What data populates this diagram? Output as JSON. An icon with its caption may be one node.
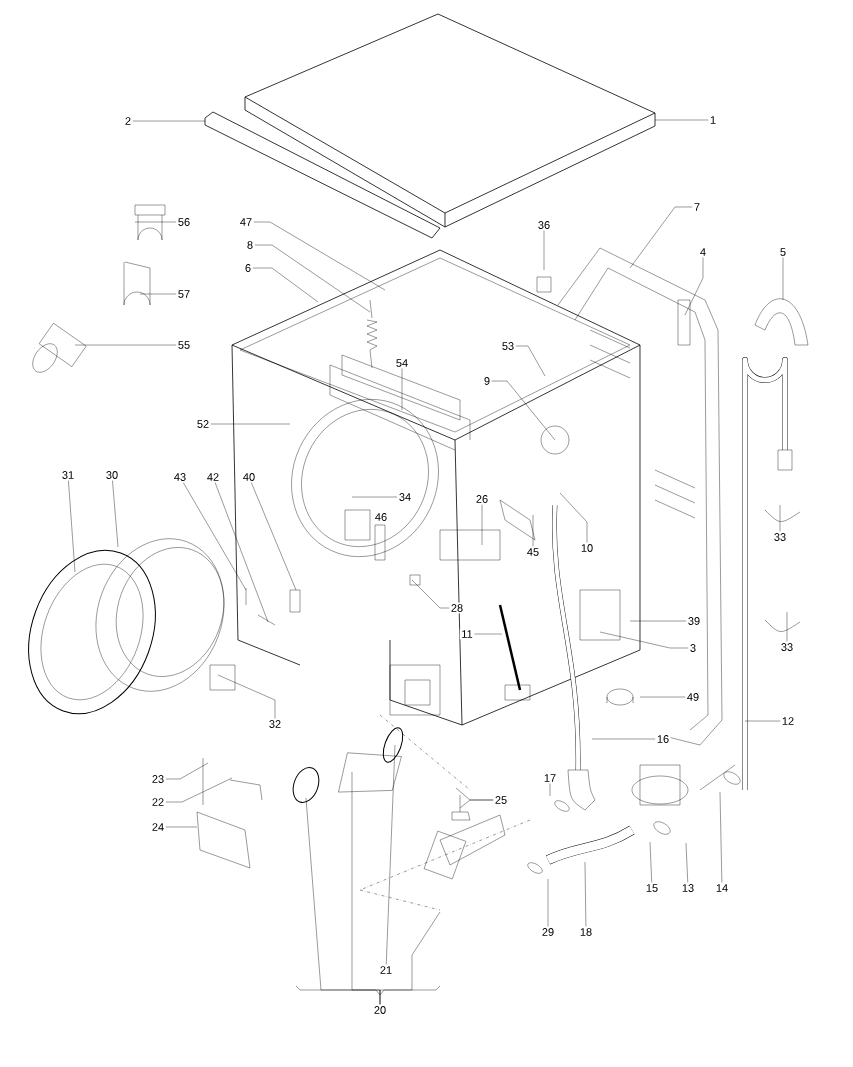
{
  "diagram": {
    "nodes": [
      {
        "text": [
          "1"
        ]
      },
      {
        "text": [
          "2"
        ]
      },
      {
        "text": [
          "56"
        ]
      },
      {
        "text": [
          "47"
        ]
      },
      {
        "text": [
          "36"
        ]
      },
      {
        "text": [
          "7"
        ]
      },
      {
        "text": [
          "8"
        ]
      },
      {
        "text": [
          "6"
        ]
      },
      {
        "text": [
          "4"
        ]
      },
      {
        "text": [
          "5"
        ]
      },
      {
        "text": [
          "57"
        ]
      },
      {
        "text": [
          "55"
        ]
      },
      {
        "text": [
          "53"
        ]
      },
      {
        "text": [
          "54"
        ]
      },
      {
        "text": [
          "9"
        ]
      },
      {
        "text": [
          "52"
        ]
      },
      {
        "text": [
          "31"
        ]
      },
      {
        "text": [
          "30"
        ]
      },
      {
        "text": [
          "43"
        ]
      },
      {
        "text": [
          "42"
        ]
      },
      {
        "text": [
          "40"
        ]
      },
      {
        "text": [
          "34"
        ]
      },
      {
        "text": [
          "26"
        ]
      },
      {
        "text": [
          "45"
        ]
      },
      {
        "text": [
          "10"
        ]
      },
      {
        "text": [
          "33"
        ]
      },
      {
        "text": [
          "28"
        ]
      },
      {
        "text": [
          "39"
        ]
      },
      {
        "text": [
          "11"
        ]
      },
      {
        "text": [
          "3"
        ]
      },
      {
        "text": [
          "33"
        ]
      },
      {
        "text": [
          "32"
        ]
      },
      {
        "text": [
          "49"
        ]
      },
      {
        "text": [
          "12"
        ]
      },
      {
        "text": [
          "16"
        ]
      },
      {
        "text": [
          "23"
        ]
      },
      {
        "text": [
          "22"
        ]
      },
      {
        "text": [
          "25"
        ]
      },
      {
        "text": [
          "17"
        ]
      },
      {
        "text": [
          "24"
        ]
      },
      {
        "text": [
          "15"
        ]
      },
      {
        "text": [
          "13"
        ]
      },
      {
        "text": [
          "14"
        ]
      },
      {
        "text": [
          "29"
        ]
      },
      {
        "text": [
          "18"
        ]
      },
      {
        "text": [
          "21"
        ]
      },
      {
        "text": [
          "20"
        ]
      }
    ],
    "edges": [
      {
        "from": 0,
        "to": null,
        "arrow": "none"
      },
      {
        "from": 1,
        "to": null,
        "arrow": "none"
      },
      {
        "from": 2,
        "to": null,
        "arrow": "none"
      },
      {
        "from": 3,
        "to": null,
        "arrow": "none"
      },
      {
        "from": 4,
        "to": null,
        "arrow": "none"
      },
      {
        "from": 5,
        "to": null,
        "arrow": "none"
      },
      {
        "from": 6,
        "to": null,
        "arrow": "none"
      },
      {
        "from": 7,
        "to": null,
        "arrow": "none"
      },
      {
        "from": 8,
        "to": null,
        "arrow": "none"
      },
      {
        "from": 9,
        "to": null,
        "arrow": "none"
      },
      {
        "from": 10,
        "to": null,
        "arrow": "none"
      },
      {
        "from": 11,
        "to": null,
        "arrow": "none"
      },
      {
        "from": 12,
        "to": null,
        "arrow": "none"
      },
      {
        "from": 13,
        "to": null,
        "arrow": "none"
      },
      {
        "from": 14,
        "to": null,
        "arrow": "none"
      },
      {
        "from": 15,
        "to": null,
        "arrow": "none"
      },
      {
        "from": 16,
        "to": null,
        "arrow": "none"
      },
      {
        "from": 17,
        "to": null,
        "arrow": "none"
      },
      {
        "from": 18,
        "to": null,
        "arrow": "none"
      },
      {
        "from": 19,
        "to": null,
        "arrow": "none"
      },
      {
        "from": 20,
        "to": null,
        "arrow": "none"
      },
      {
        "from": 21,
        "to": null,
        "arrow": "none"
      },
      {
        "from": 22,
        "to": null,
        "arrow": "none"
      },
      {
        "from": 23,
        "to": null,
        "arrow": "none"
      },
      {
        "from": 24,
        "to": null,
        "arrow": "none"
      },
      {
        "from": 25,
        "to": null,
        "arrow": "none"
      },
      {
        "from": 26,
        "to": null,
        "arrow": "none"
      },
      {
        "from": 27,
        "to": null,
        "arrow": "none"
      },
      {
        "from": 28,
        "to": null,
        "arrow": "none"
      },
      {
        "from": 29,
        "to": null,
        "arrow": "none"
      },
      {
        "from": 30,
        "to": null,
        "arrow": "none"
      },
      {
        "from": 31,
        "to": null,
        "arrow": "none"
      },
      {
        "from": 32,
        "to": null,
        "arrow": "none"
      },
      {
        "from": 33,
        "to": null,
        "arrow": "none"
      },
      {
        "from": 34,
        "to": null,
        "arrow": "none"
      },
      {
        "from": 35,
        "to": null,
        "arrow": "none"
      },
      {
        "from": 36,
        "to": null,
        "arrow": "none"
      },
      {
        "from": 37,
        "to": null,
        "arrow": "none"
      },
      {
        "from": 37,
        "to": null,
        "arrow": "none"
      },
      {
        "from": 38,
        "to": null,
        "arrow": "none"
      },
      {
        "from": 39,
        "to": null,
        "arrow": "none"
      },
      {
        "from": 40,
        "to": null,
        "arrow": "none"
      },
      {
        "from": 41,
        "to": null,
        "arrow": "none"
      },
      {
        "from": 42,
        "to": null,
        "arrow": "none"
      },
      {
        "from": 43,
        "to": null,
        "arrow": "none"
      },
      {
        "from": 44,
        "to": null,
        "arrow": "none"
      },
      {
        "from": 45,
        "to": null,
        "arrow": "none"
      },
      {
        "from": 46,
        "to": null,
        "arrow": "none"
      },
      {
        "from": 46,
        "to": null,
        "arrow": "none"
      },
      {
        "from": 46,
        "to": null,
        "arrow": "none"
      }
    ],
    "labels": [
      "46"
    ]
  }
}
